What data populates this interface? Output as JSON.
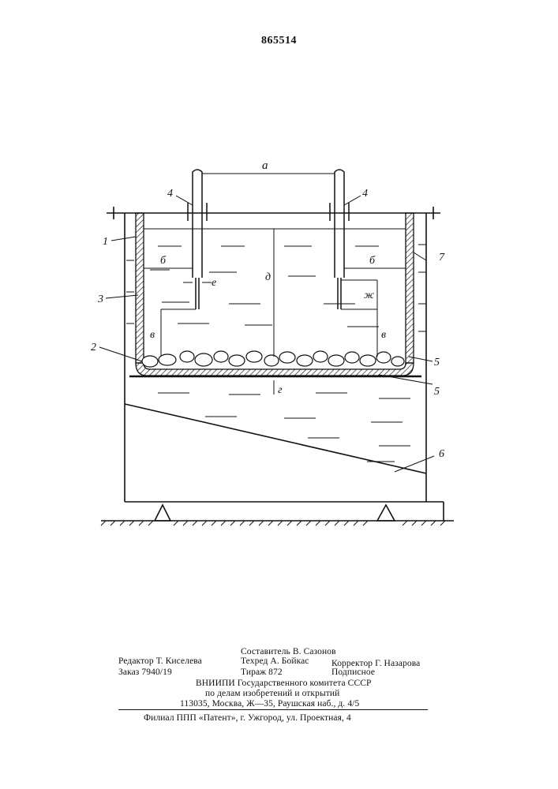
{
  "patent_number": "865514",
  "drawing": {
    "numerals": [
      "1",
      "2",
      "3",
      "4",
      "4",
      "5",
      "5",
      "6",
      "7"
    ],
    "dimensions": {
      "a": "а",
      "b1": "б",
      "b2": "б",
      "v1": "в",
      "v2": "в",
      "g": "г",
      "d": "д",
      "e": "е",
      "zh": "ж"
    }
  },
  "imprint": {
    "editor": "Редактор Т. Киселева",
    "order": "Заказ 7940/19",
    "compiler": "Составитель В. Сазонов",
    "techred": "Техред А. Бойкас",
    "circulation": "Тираж 872",
    "corrector": "Корректор Г. Назарова",
    "subscription": "Подписное",
    "org_line1": "ВНИИПИ  Государственного  комитета  СССР",
    "org_line2": "по  делам  изобретений  и  открытий",
    "org_line3": "113035,  Москва,  Ж—35,  Раушская  наб.,  д.  4/5",
    "branch": "Филиал  ППП  «Патент»,  г.  Ужгород,  ул.  Проектная,  4"
  }
}
